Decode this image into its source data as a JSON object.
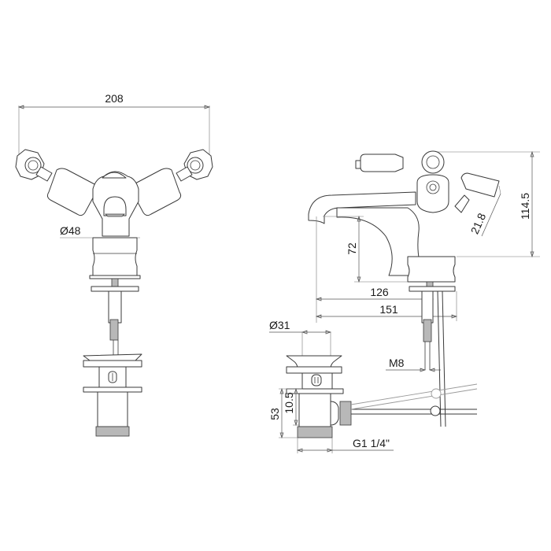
{
  "title": "Basin mixer tap with pop-up waste - technical dimension drawing",
  "colors": {
    "background": "#ffffff",
    "line": "#3a3a3a",
    "dimension": "#555555",
    "ghost": "#9a9a9a"
  },
  "front_view": {
    "width_label": "208",
    "neck_diameter_label": "Ø48"
  },
  "side_view": {
    "height_label": "114.5",
    "spout_height_label": "72",
    "lever_label": "21.8",
    "spout_reach_label": "126",
    "overall_depth_label": "151",
    "thread_label": "M8"
  },
  "waste_view": {
    "plug_diameter_label": "Ø31",
    "overall_height_label": "53",
    "flange_height_label": "10.5",
    "thread_label": "G1 1/4\""
  }
}
